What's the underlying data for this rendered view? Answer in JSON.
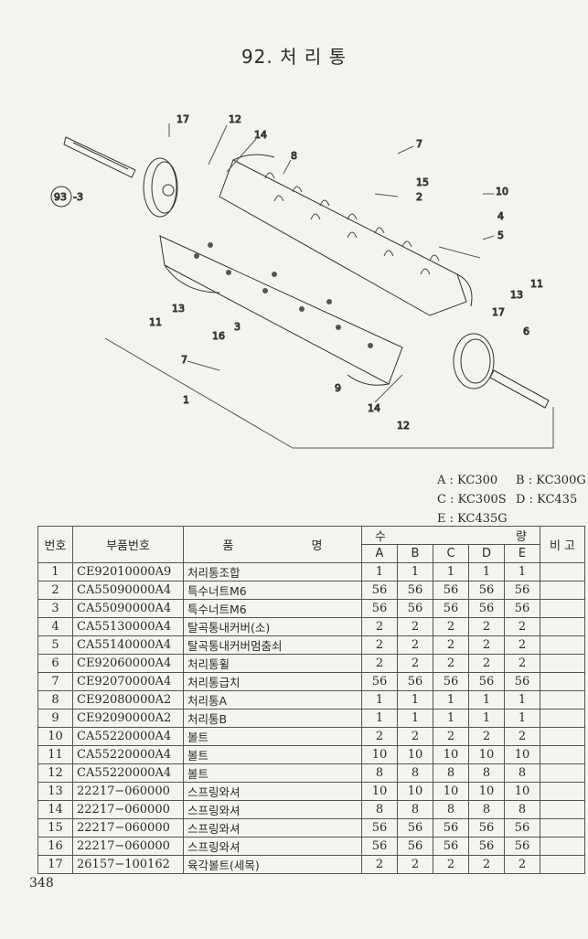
{
  "page_title": "92. 처 리 통",
  "callouts": [
    "17",
    "12",
    "14",
    "8",
    "7",
    "15",
    "2",
    "10",
    "4",
    "5",
    "93",
    "-3",
    "11",
    "13",
    "17",
    "6",
    "13",
    "11",
    "16",
    "3",
    "7",
    "1",
    "9",
    "14",
    "12"
  ],
  "models": [
    {
      "key": "A",
      "model": "KC300"
    },
    {
      "key": "B",
      "model": "KC300G"
    },
    {
      "key": "C",
      "model": "KC300S"
    },
    {
      "key": "D",
      "model": "KC435"
    },
    {
      "key": "E",
      "model": "KC435G"
    }
  ],
  "table": {
    "headers": {
      "no": "번호",
      "part_no": "부품번호",
      "name_1": "품",
      "name_2": "명",
      "qty_1": "수",
      "qty_2": "량",
      "remarks": "비 고",
      "cols": [
        "A",
        "B",
        "C",
        "D",
        "E"
      ]
    },
    "rows": [
      {
        "no": "1",
        "part": "CE92010000A9",
        "name": "처리통조합",
        "q": [
          "1",
          "1",
          "1",
          "1",
          "1"
        ]
      },
      {
        "no": "2",
        "part": "CA55090000A4",
        "name": "특수너트M6",
        "q": [
          "56",
          "56",
          "56",
          "56",
          "56"
        ]
      },
      {
        "no": "3",
        "part": "CA55090000A4",
        "name": "특수너트M6",
        "q": [
          "56",
          "56",
          "56",
          "56",
          "56"
        ]
      },
      {
        "no": "4",
        "part": "CA55130000A4",
        "name": "탈곡통내커버(소)",
        "q": [
          "2",
          "2",
          "2",
          "2",
          "2"
        ]
      },
      {
        "no": "5",
        "part": "CA55140000A4",
        "name": "탈곡통내커버멈춤쇠",
        "q": [
          "2",
          "2",
          "2",
          "2",
          "2"
        ]
      },
      {
        "no": "6",
        "part": "CE92060000A4",
        "name": "처리통휠",
        "q": [
          "2",
          "2",
          "2",
          "2",
          "2"
        ]
      },
      {
        "no": "7",
        "part": "CE92070000A4",
        "name": "처리통급치",
        "q": [
          "56",
          "56",
          "56",
          "56",
          "56"
        ]
      },
      {
        "no": "8",
        "part": "CE92080000A2",
        "name": "처리통A",
        "q": [
          "1",
          "1",
          "1",
          "1",
          "1"
        ]
      },
      {
        "no": "9",
        "part": "CE92090000A2",
        "name": "처리통B",
        "q": [
          "1",
          "1",
          "1",
          "1",
          "1"
        ]
      },
      {
        "no": "10",
        "part": "CA55220000A4",
        "name": "볼트",
        "q": [
          "2",
          "2",
          "2",
          "2",
          "2"
        ]
      },
      {
        "no": "11",
        "part": "CA55220000A4",
        "name": "볼트",
        "q": [
          "10",
          "10",
          "10",
          "10",
          "10"
        ]
      },
      {
        "no": "12",
        "part": "CA55220000A4",
        "name": "볼트",
        "q": [
          "8",
          "8",
          "8",
          "8",
          "8"
        ]
      },
      {
        "no": "13",
        "part": "22217−060000",
        "name": "스프링와셔",
        "q": [
          "10",
          "10",
          "10",
          "10",
          "10"
        ]
      },
      {
        "no": "14",
        "part": "22217−060000",
        "name": "스프링와셔",
        "q": [
          "8",
          "8",
          "8",
          "8",
          "8"
        ]
      },
      {
        "no": "15",
        "part": "22217−060000",
        "name": "스프링와셔",
        "q": [
          "56",
          "56",
          "56",
          "56",
          "56"
        ]
      },
      {
        "no": "16",
        "part": "22217−060000",
        "name": "스프링와셔",
        "q": [
          "56",
          "56",
          "56",
          "56",
          "56"
        ]
      },
      {
        "no": "17",
        "part": "26157−100162",
        "name": "육각볼트(세목)",
        "q": [
          "2",
          "2",
          "2",
          "2",
          "2"
        ]
      }
    ]
  },
  "page_number": "348"
}
